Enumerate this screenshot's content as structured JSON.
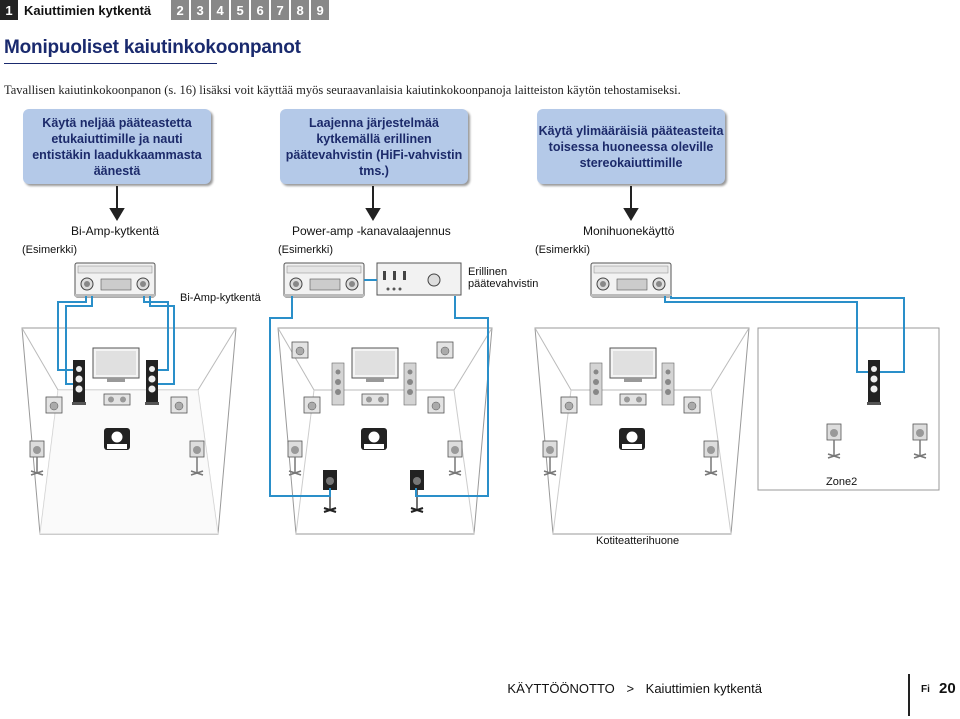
{
  "tabbar": {
    "active_num": "1",
    "active_label": "Kaiuttimien kytkentä",
    "other_tabs": [
      "2",
      "3",
      "4",
      "5",
      "6",
      "7",
      "8",
      "9"
    ]
  },
  "page_title": "Monipuoliset kaiutinkokoonpanot",
  "intro": "Tavallisen kaiutinkokoonpanon (s. 16) lisäksi voit käyttää myös seuraavanlaisia kaiutinkokoonpanoja laitteiston käytön tehostamiseksi.",
  "panels": [
    {
      "box": "Käytä neljää pääteastetta etukaiuttimille ja nauti entistäkin laadukkaammasta äänestä",
      "heading": "Bi-Amp-kytkentä",
      "example": "(Esimerkki)",
      "extra": "Bi-Amp-kytkentä"
    },
    {
      "box": "Laajenna järjestelmää kytkemällä erillinen päätevahvistin (HiFi-vahvistin tms.)",
      "heading": "Power-amp -kanavalaajennus",
      "example": "(Esimerkki)",
      "extra": "Erillinen päätevahvistin"
    },
    {
      "box": "Käytä ylimääräisiä pääteasteita toisessa huoneessa oleville stereokaiuttimille",
      "heading": "Monihuonekäyttö",
      "example": "(Esimerkki)",
      "zone2": "Zone2",
      "home": "Kotiteatterihuone"
    }
  ],
  "footer": {
    "section": "KÄYTTÖÖNOTTO",
    "arrow": ">",
    "page_section": "Kaiuttimien kytkentä",
    "lang": "Fi",
    "page": "20"
  },
  "colors": {
    "title": "#1a2a6e",
    "box": "#b4c9e8",
    "cable": "#2a8fc9"
  }
}
